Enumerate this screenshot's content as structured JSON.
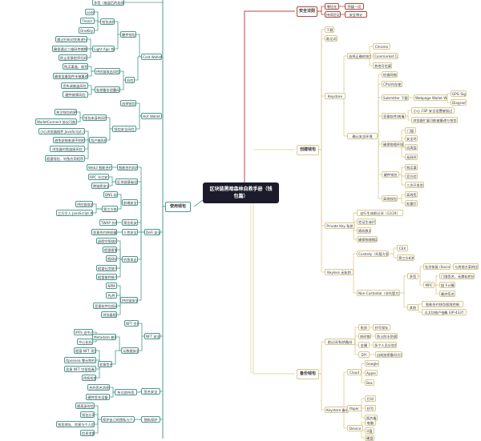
{
  "title": "区块链黑暗森林自救手册（钱包篇）",
  "colors": {
    "security": "#b4483f",
    "create": "#d9c98f",
    "use": "#4a9b90",
    "center": "#1c1b2b"
  },
  "nodes": {
    "sec": "安全法则",
    "sec1": "零信任",
    "sec2": "持续验证",
    "sec1a": "怀疑一切",
    "sec2a": "安全审计",
    "cre": "创建钱包",
    "dl": "下载",
    "mn": "助记词",
    "ks": "Keystore",
    "pk": "Private Key 私钥",
    "kl": "Keyless 无私钥",
    "ks1": "选择正确的钱包",
    "ks2": "确认安全环境",
    "ks1a": "Chrome",
    "ks1b": "Coinmarket Cap",
    "ks1c": "其他可信渠道",
    "e1": "检查网络",
    "e2": "CPU/内存使用",
    "e3": "Submitter 下载源",
    "e3a": "Webpage Wallet Web",
    "e3a1": "GPG Sign",
    "e3a2": "Diagram",
    "e4": "恶意软件/病毒",
    "e4a": "小心 CSP 安全设置被绕过",
    "e4b": "浏览器扩展可能被篡改与钱包窃取",
    "e5": "确保物理环境",
    "e5a": "门窗",
    "e5b": "安全环境",
    "e5c": "远离监控",
    "e5d": "无网环境",
    "e6": "硬件钱包",
    "e6a": "购买渠道",
    "e6b": "官方验证",
    "e6c": "二次开发验证",
    "e7": "离线钱包",
    "e7a": "离线签名",
    "e7b": "批量打印",
    "pk1": "自行生成助记词（12/24）",
    "pk2": "验证生成代码",
    "pk3": "随机数源",
    "pk4": "确保物理隔离",
    "kl1": "Custody（托管方案）",
    "kl1a": "CEX",
    "kl1b": "第三方机构",
    "kl2": "Non-Custodial（非托管方案）",
    "ms": "多签",
    "ms1": "社交恢复 (Social)",
    "ms1a": "与其他方案的比较",
    "mpc": "MPC",
    "mpc1": "门限签名，无需私钥分割",
    "mpc2": "链下计算",
    "mpc3": "最终签名",
    "oth": "其他",
    "oth1": "智能合约钱包权限控制",
    "oth2": "以太坊账户抽象 EIP-4337",
    "bak": "备份钱包",
    "b1": "助记词/私钥备份",
    "b1a": "纸质",
    "b1a1": "抄写保存",
    "b1b": "刻印钢板",
    "b1b1": "防火防水防腐蚀",
    "b1c": "金属",
    "b1c1": "多个人员分别保管",
    "b1d": "DIY",
    "b1d1": "自制加密备份方案",
    "b2": "Keystore 备份",
    "cl": "Cloud",
    "cl1": "Google",
    "cl2": "Apple",
    "cl3": "Box",
    "pp": "Paper",
    "pp1": "打印",
    "pp2": "抄写",
    "pp3": "照片备份",
    "dv": "Device",
    "dv1": "电脑",
    "dv2": "U盘",
    "dv3": "硬盘",
    "use": "使用钱包",
    "top": "多签（被盗后的处理）",
    "cw": "Cold Wallet",
    "hw": "硬件钱包",
    "risk": "风险",
    "ws": "钱包选择",
    "la": "Light App 钱包",
    "ws1": "Ledger",
    "ws2": "Trezor",
    "ws3": "OneKey",
    "la1": "通过扫码对交易进行签名",
    "la2": "确保通过二维码传输数据安全",
    "la3": "防止恶意程序扫码",
    "r1": "供应链攻击风险",
    "r2": "私钥备份泄露风险",
    "r1a": "购买渠道，收货",
    "r1b": "确保设备固件未被篡改",
    "r2a": "丢失或被盗风险",
    "r2b": "硬件故障风险",
    "hot": "Hot Wallet",
    "h1": "选择钱包",
    "h2": "钱包安全风险",
    "h2a": "钱包本身的风险",
    "h2b": "用户端风险",
    "h2a1": "关注钱包的更新",
    "h2a2": "WalletConnect 协议可能引入的风险",
    "h2b1": "小心浏览器插件 JavaScript 注入攻击",
    "h2b2": "避免安装来源不明的扩展",
    "h2b3": "浏览器钓鱼链接风险",
    "h2b4": "假冒钱包、钓鱼应用程序",
    "defi": "DeFi 安全",
    "d1": "智能合约风险",
    "d2": "区块链基础设施",
    "d3": "前端安全",
    "d4": "预言机安全",
    "d5": "人性安全",
    "d6": "钓鱼攻击",
    "d7": "供应链安全",
    "d1a": "Web3 智能合约审计",
    "d2a": "RPC 节点安全",
    "d2b": "跨链桥安全",
    "d3a": "DNS 劫持",
    "d3b": "第三方依赖",
    "d3b1": "供应链攻击",
    "d3b2": "三方引入 JavaScript 库 第三方",
    "d4a": "TWAP 价格",
    "d5a": "恶意合约授权骗局",
    "d6a": "虚假空投链接",
    "d6b": "假冒客服",
    "d6c": "假网站",
    "d6d": "假冒社交账号",
    "d6e": "假冒推特账号",
    "d7a": "NPM",
    "d7b": "PyPI",
    "d7c": "恶意软件包投毒",
    "d7d": "浏览器插件",
    "nft": "NFT 安全",
    "n1": "NFT 交易",
    "n2": "元数据安全",
    "n2a": "Metadata 被篡改",
    "n2a1": "IPFS 去中心化",
    "n2a2": "中心化存储",
    "n2b": "恶意签名",
    "n2b1": "假冒 NFT 项目",
    "n2b2": "Opensea 零元购钓鱼",
    "n2b3": "恶意 NFT 空投投毒",
    "n2b4": "授权检查",
    "sig": "签名安全",
    "s1": "所见即所签",
    "s1a": "合约签名消息",
    "s1b": "硬件签名设备",
    "prv": "隐私保护",
    "p1": "保护自己的隐私与个人信息",
    "p1a": "隔离身份信息",
    "p1b": "钱包分离",
    "p1c": "钱包地址、交易与个人信息关联",
    "p1d": "信息泄露"
  }
}
